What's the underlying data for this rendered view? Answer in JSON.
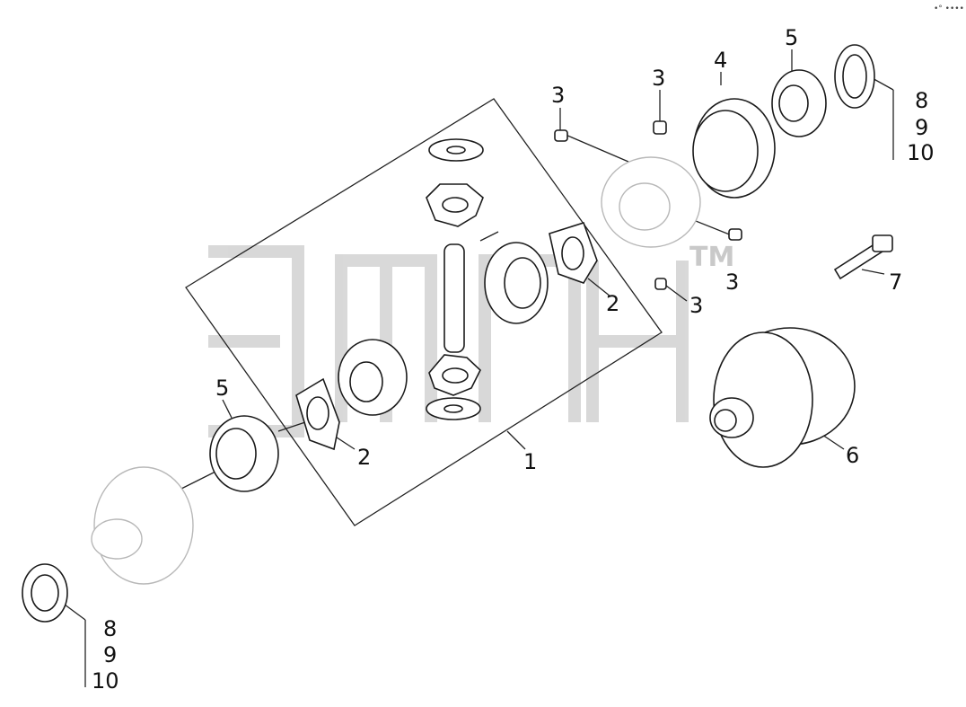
{
  "watermark": {
    "trademark": "TM"
  },
  "corner_mark": "•° ••••",
  "callouts": {
    "c1": "1",
    "c2a": "2",
    "c2b": "2",
    "c3a": "3",
    "c3b": "3",
    "c3c": "3",
    "c3d": "3",
    "c4": "4",
    "c5a": "5",
    "c5b": "5",
    "c6": "6",
    "c7": "7",
    "c8a": "8",
    "c9a": "9",
    "c10a": "10",
    "c8b": "8",
    "c9b": "9",
    "c10b": "10"
  }
}
